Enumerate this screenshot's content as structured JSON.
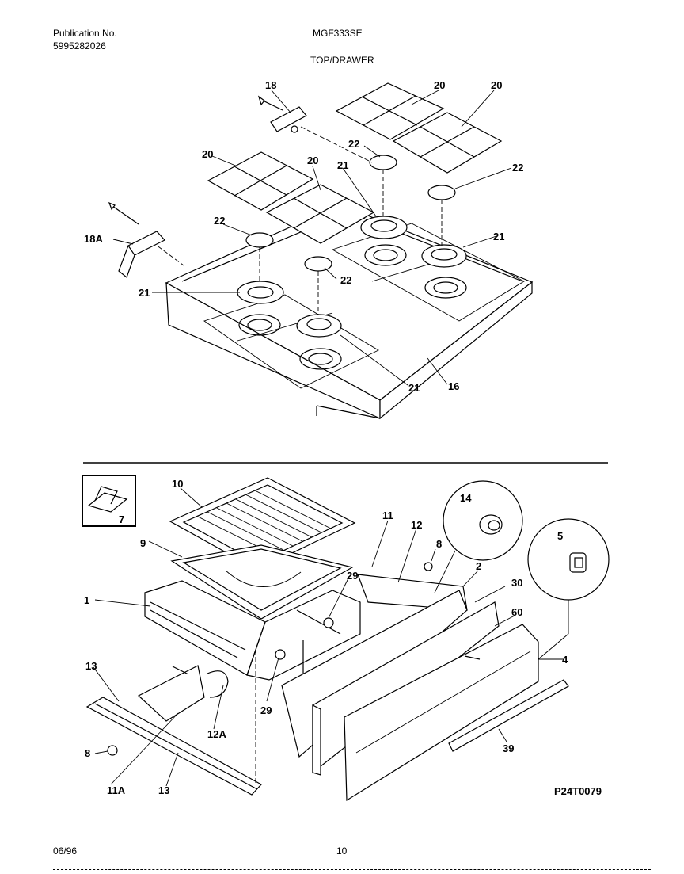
{
  "header": {
    "publication_label": "Publication No.",
    "publication_number": "5995282026",
    "model": "MGF333SE",
    "section": "TOP/DRAWER"
  },
  "footer": {
    "date": "06/96",
    "page": "10"
  },
  "diagram_code": "P24T0079",
  "callouts": {
    "c18_top": "18",
    "c18a": "18A",
    "c20a": "20",
    "c20b": "20",
    "c20c": "20",
    "c20d": "20",
    "c22a": "22",
    "c22b": "22",
    "c22c": "22",
    "c22d": "22",
    "c21a": "21",
    "c21b": "21",
    "c21c": "21",
    "c21d": "21",
    "c16": "16",
    "c7": "7",
    "c10": "10",
    "c9": "9",
    "c1": "1",
    "c11": "11",
    "c12": "12",
    "c8a": "8",
    "c14": "14",
    "c2": "2",
    "c5": "5",
    "c30": "30",
    "c60": "60",
    "c29a": "29",
    "c29b": "29",
    "c4": "4",
    "c13a": "13",
    "c13b": "13",
    "c12a": "12A",
    "c8b": "8",
    "c11a": "11A",
    "c39": "39"
  }
}
